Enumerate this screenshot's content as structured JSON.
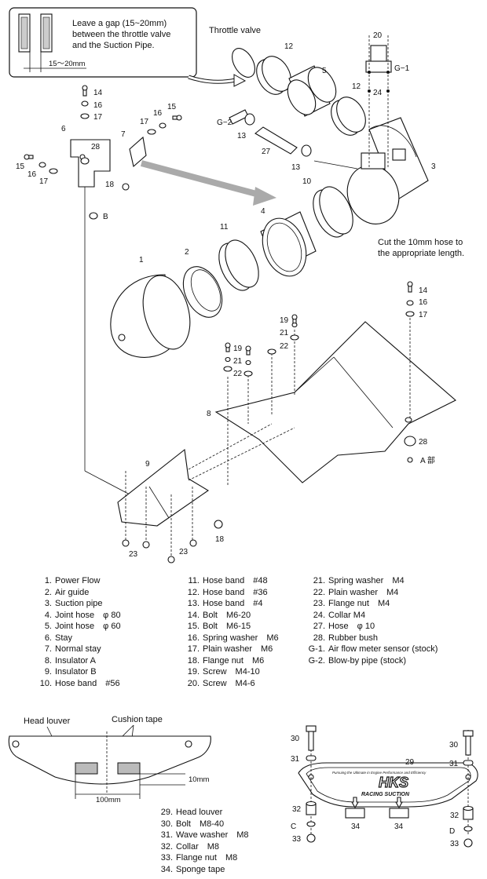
{
  "top_note": {
    "line1": "Leave a gap (15~20mm)",
    "line2": "between the throttle valve",
    "line3": "and the Suction Pipe.",
    "dimension": "15～20mm"
  },
  "throttle_valve_label": "Throttle valve",
  "hose_note": {
    "line1": "Cut the 10mm hose to",
    "line2": "the appropriate length."
  },
  "callouts": {
    "n1": "1",
    "n2": "2",
    "n3": "3",
    "n4": "4",
    "n5": "5",
    "n6": "6",
    "n7": "7",
    "n8": "8",
    "n9": "9",
    "n10": "10",
    "n11": "11",
    "n12": "12",
    "n13": "13",
    "n14": "14",
    "n15": "15",
    "n16": "16",
    "n17": "17",
    "n18": "18",
    "n19": "19",
    "n20": "20",
    "n21": "21",
    "n22": "22",
    "n23": "23",
    "n24": "24",
    "n27": "27",
    "n28": "28",
    "n29": "29",
    "n30": "30",
    "n31": "31",
    "n32": "32",
    "n33": "33",
    "n34": "34",
    "g1": "G−1",
    "g2": "G−2",
    "b": "B",
    "a_part": "A 部",
    "c": "C",
    "d": "D"
  },
  "parts_list": {
    "col1": [
      {
        "n": "1.",
        "t": "Power Flow"
      },
      {
        "n": "2.",
        "t": "Air guide"
      },
      {
        "n": "3.",
        "t": "Suction pipe"
      },
      {
        "n": "4.",
        "t": "Joint hose　φ 80"
      },
      {
        "n": "5.",
        "t": "Joint hose　φ 60"
      },
      {
        "n": "6.",
        "t": "Stay"
      },
      {
        "n": "7.",
        "t": "Normal stay"
      },
      {
        "n": "8.",
        "t": "Insulator A"
      },
      {
        "n": "9.",
        "t": "Insulator B"
      },
      {
        "n": "10.",
        "t": "Hose band　#56"
      }
    ],
    "col2": [
      {
        "n": "11.",
        "t": "Hose band　#48"
      },
      {
        "n": "12.",
        "t": "Hose band　#36"
      },
      {
        "n": "13.",
        "t": "Hose band　#4"
      },
      {
        "n": "14.",
        "t": "Bolt　M6-20"
      },
      {
        "n": "15.",
        "t": "Bolt　M6-15"
      },
      {
        "n": "16.",
        "t": "Spring washer　M6"
      },
      {
        "n": "17.",
        "t": "Plain washer　M6"
      },
      {
        "n": "18.",
        "t": "Flange nut　M6"
      },
      {
        "n": "19.",
        "t": "Screw　M4-10"
      },
      {
        "n": "20.",
        "t": "Screw　M4-6"
      }
    ],
    "col3": [
      {
        "n": "21.",
        "t": "Spring washer　M4"
      },
      {
        "n": "22.",
        "t": "Plain washer　M4"
      },
      {
        "n": "23.",
        "t": "Flange nut　M4"
      },
      {
        "n": "24.",
        "t": "Collar  M4"
      },
      {
        "n": "27.",
        "t": "Hose　φ 10"
      },
      {
        "n": "28.",
        "t": "Rubber bush"
      },
      {
        "n": "G-1.",
        "t": "Air flow meter sensor  (stock)"
      },
      {
        "n": "G-2.",
        "t": "Blow-by pipe  (stock)"
      }
    ]
  },
  "louver": {
    "head_label": "Head louver",
    "cushion_label": "Cushion tape",
    "dim_10": "10mm",
    "dim_100": "100mm",
    "brand": "HKS",
    "sub_brand": "RACING SUCTION",
    "tagline": "Pursuing the Ultimate in Engine Performance and Efficiency"
  },
  "louver_list": [
    {
      "n": "29.",
      "t": "Head louver"
    },
    {
      "n": "30.",
      "t": "Bolt　M8-40"
    },
    {
      "n": "31.",
      "t": "Wave washer　M8"
    },
    {
      "n": "32.",
      "t": "Collar　M8"
    },
    {
      "n": "33.",
      "t": "Flange nut　M8"
    },
    {
      "n": "34.",
      "t": "Sponge tape"
    }
  ]
}
